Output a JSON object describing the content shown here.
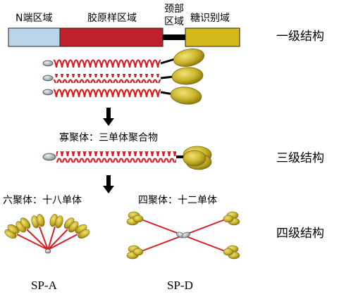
{
  "domain_labels": {
    "n_terminal": "N端区域",
    "collagen": "胶原样区域",
    "neck_line1": "颈部",
    "neck_line2": "区域",
    "crd": "糖识别域"
  },
  "levels": {
    "primary": "一级结构",
    "tertiary": "三级结构",
    "quaternary": "四级结构"
  },
  "captions": {
    "oligomer": "寡聚体：三单体聚合物",
    "hexamer": "六聚体：十八单体",
    "tetramer": "四聚体：十二单体",
    "sp_a": "SP-A",
    "sp_d": "SP-D"
  },
  "colors": {
    "n_terminal": "#b9d3e9",
    "collagen": "#c0202a",
    "neck": "#000000",
    "crd": "#d4b81c",
    "crd_head": "#c9b42a",
    "helix": "#d81e24",
    "n_cap": "#a8b4b8"
  }
}
